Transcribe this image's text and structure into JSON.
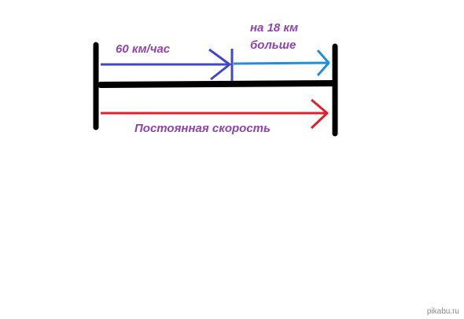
{
  "labels": {
    "speed": "60 км/час",
    "extra_line1": "на 18 км",
    "extra_line2": "больше",
    "constant": "Постоянная скорость"
  },
  "watermark": "pikabu.ru",
  "colors": {
    "background": "#ffffff",
    "bars": "#000000",
    "slow_arrow": "#3f48cc",
    "extra_arrow": "#1e90d8",
    "constant_arrow": "#e0202a",
    "text": "#8e44ad"
  }
}
